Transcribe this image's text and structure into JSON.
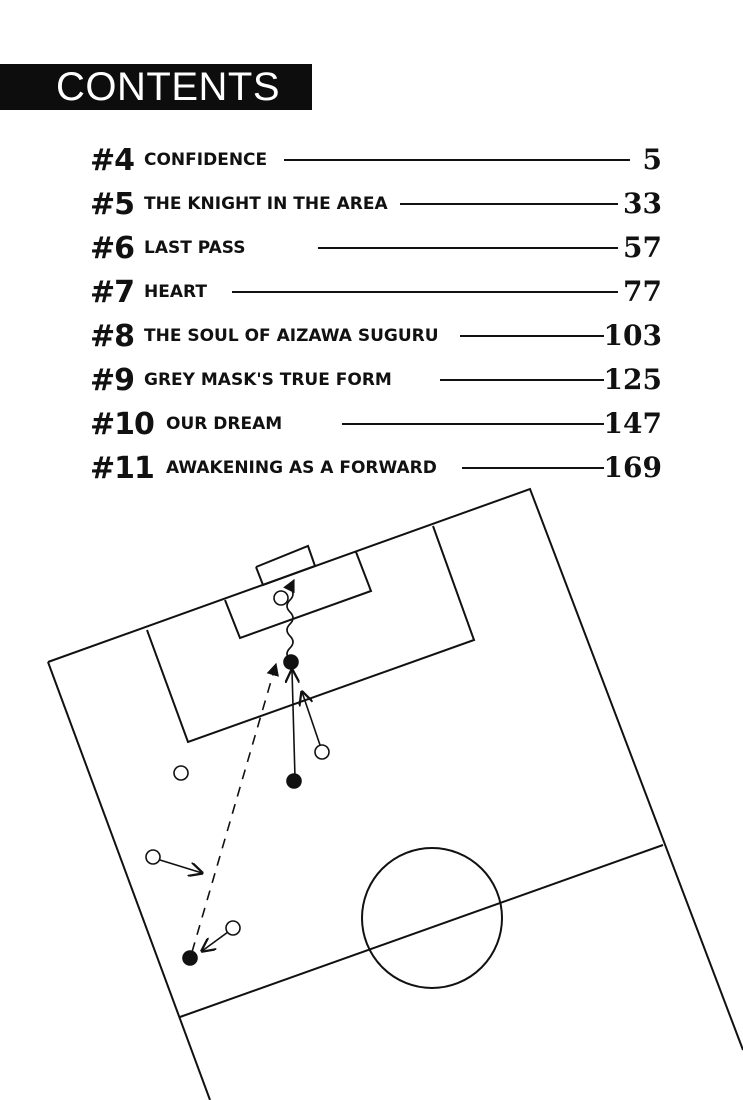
{
  "header": {
    "title": "CONTENTS"
  },
  "toc": [
    {
      "num": "#4",
      "title": "CONFIDENCE",
      "page": "5"
    },
    {
      "num": "#5",
      "title": "THE KNIGHT IN THE AREA",
      "page": "33"
    },
    {
      "num": "#6",
      "title": "LAST PASS",
      "page": "57"
    },
    {
      "num": "#7",
      "title": "HEART",
      "page": "77"
    },
    {
      "num": "#8",
      "title": "THE SOUL OF AIZAWA SUGURU",
      "page": "103"
    },
    {
      "num": "#9",
      "title": "GREY MASK'S TRUE FORM",
      "page": "125"
    },
    {
      "num": "#10",
      "title": "OUR DREAM",
      "page": "147"
    },
    {
      "num": "#11",
      "title": "AWAKENING AS A FORWARD",
      "page": "169"
    }
  ],
  "colors": {
    "ink": "#111111",
    "header_bg": "#0d0d0d",
    "paper": "#ffffff"
  }
}
